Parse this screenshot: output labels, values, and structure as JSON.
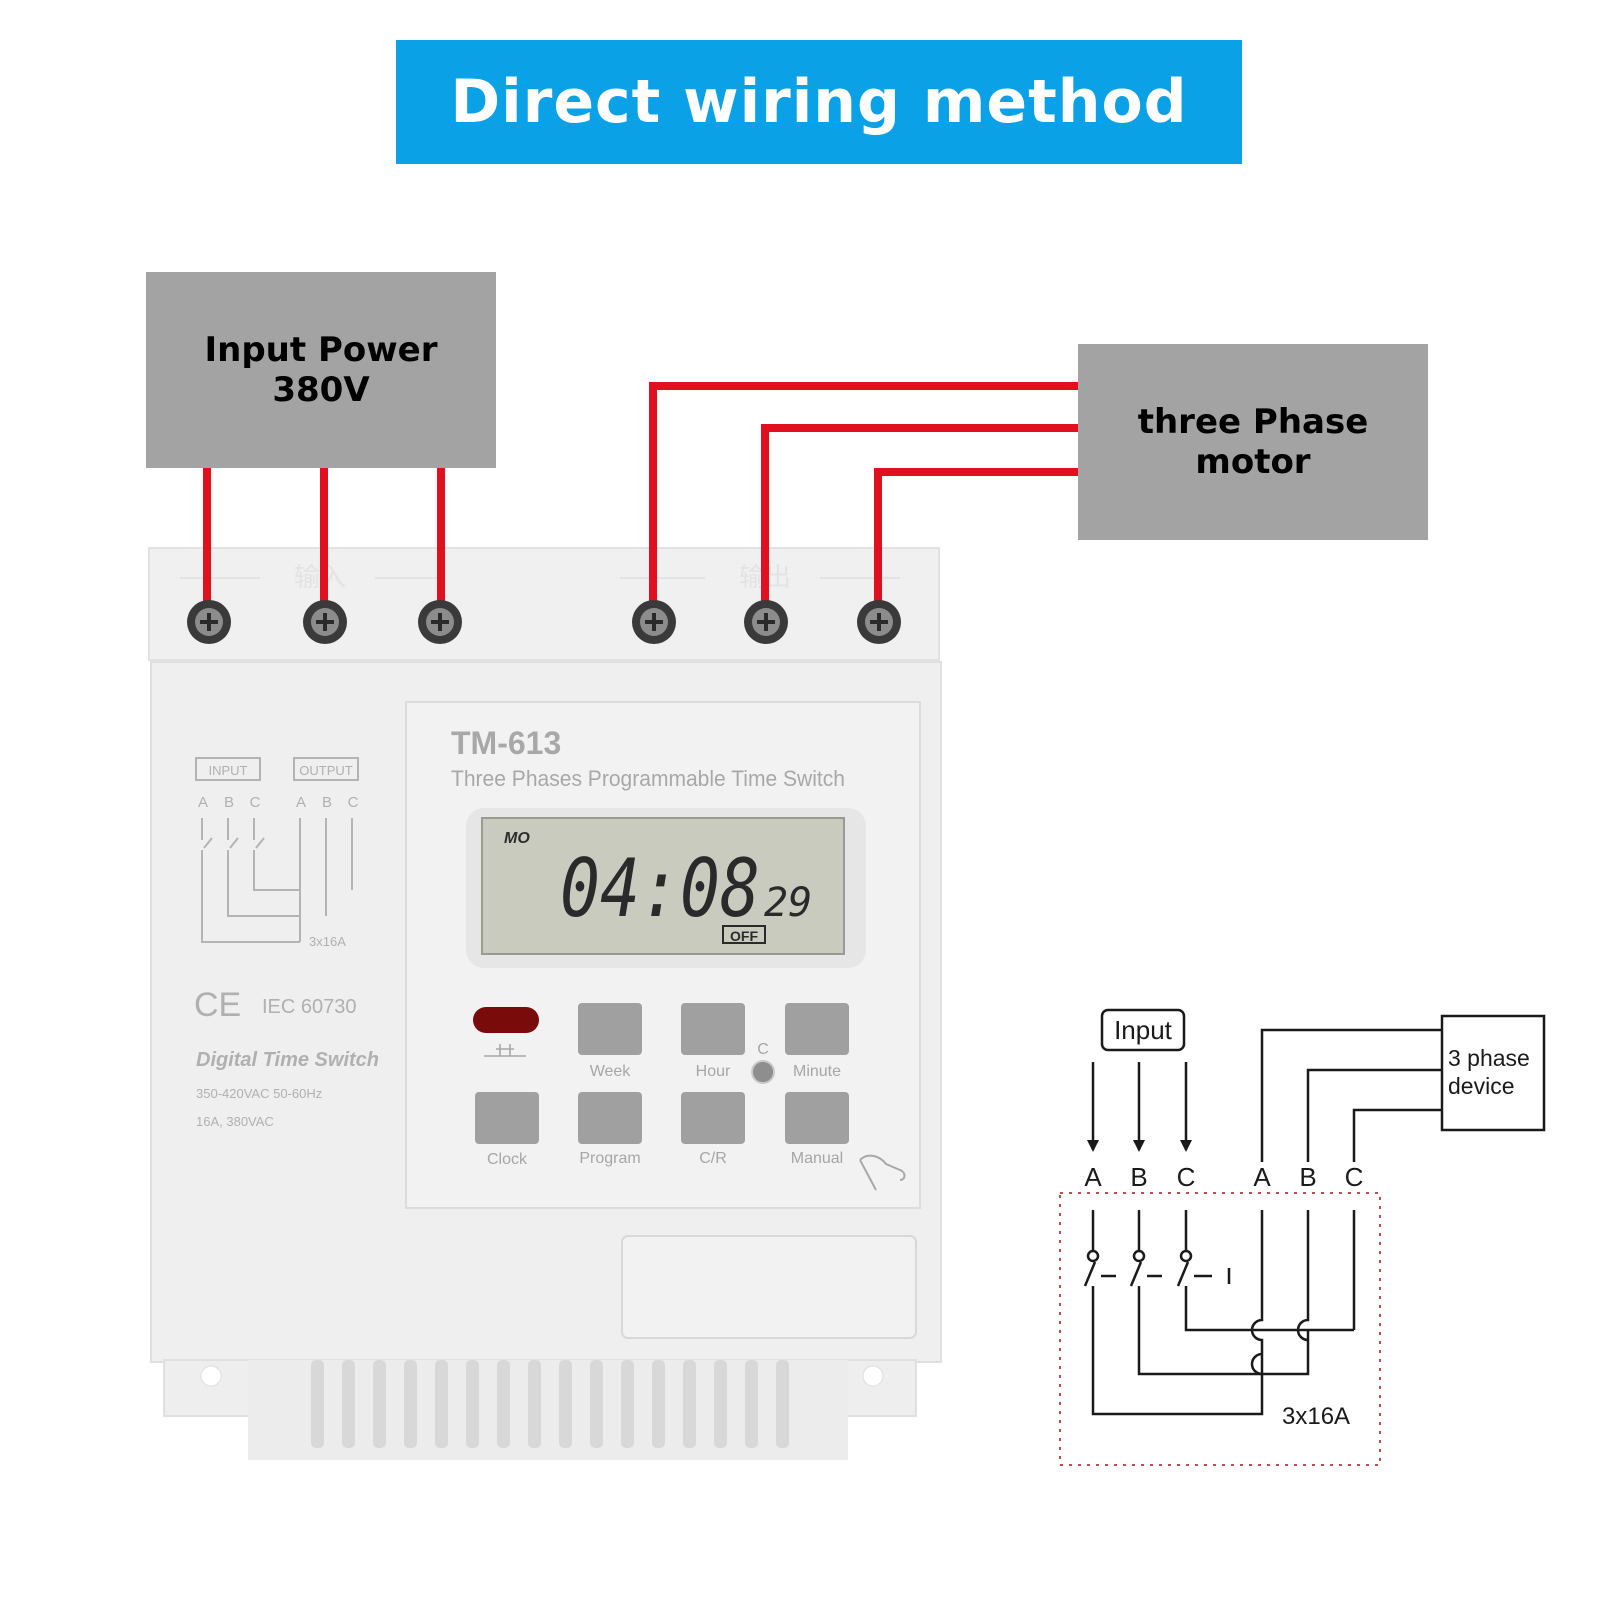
{
  "banner": {
    "title": "Direct wiring method"
  },
  "input_power": {
    "text": "Input Power\n380V"
  },
  "motor": {
    "text": "three Phase\nmotor"
  },
  "device": {
    "model": "TM-613",
    "subtitle": "Three Phases Programmable Time Switch",
    "input_cn": "输入",
    "output_cn": "输出",
    "input_tag": "INPUT",
    "output_tag": "OUTPUT",
    "phases": [
      "A",
      "B",
      "C"
    ],
    "rating_small": "3x16A",
    "ce": "CE",
    "standard": "IEC 60730",
    "product_name": "Digital Time Switch",
    "spec1": "350-420VAC   50-60Hz",
    "spec2": "16A, 380VAC",
    "lcd": {
      "day": "MO",
      "time": "04:08",
      "seconds": "29",
      "state": "OFF"
    },
    "buttons_row1": [
      "Week",
      "Hour",
      "Minute"
    ],
    "buttons_row2": [
      "Clock",
      "Program",
      "C/R",
      "Manual"
    ],
    "reset_label": "C"
  },
  "schematic": {
    "input_label": "Input",
    "device_label": "3 phase\ndevice",
    "in_phases": [
      "A",
      "B",
      "C"
    ],
    "out_phases": [
      "A",
      "B",
      "C"
    ],
    "rating": "3x16A"
  },
  "colors": {
    "banner": "#0aa1e6",
    "wire": "#e0101e",
    "box": "#a3a3a3",
    "housing": "#eeeeee"
  }
}
